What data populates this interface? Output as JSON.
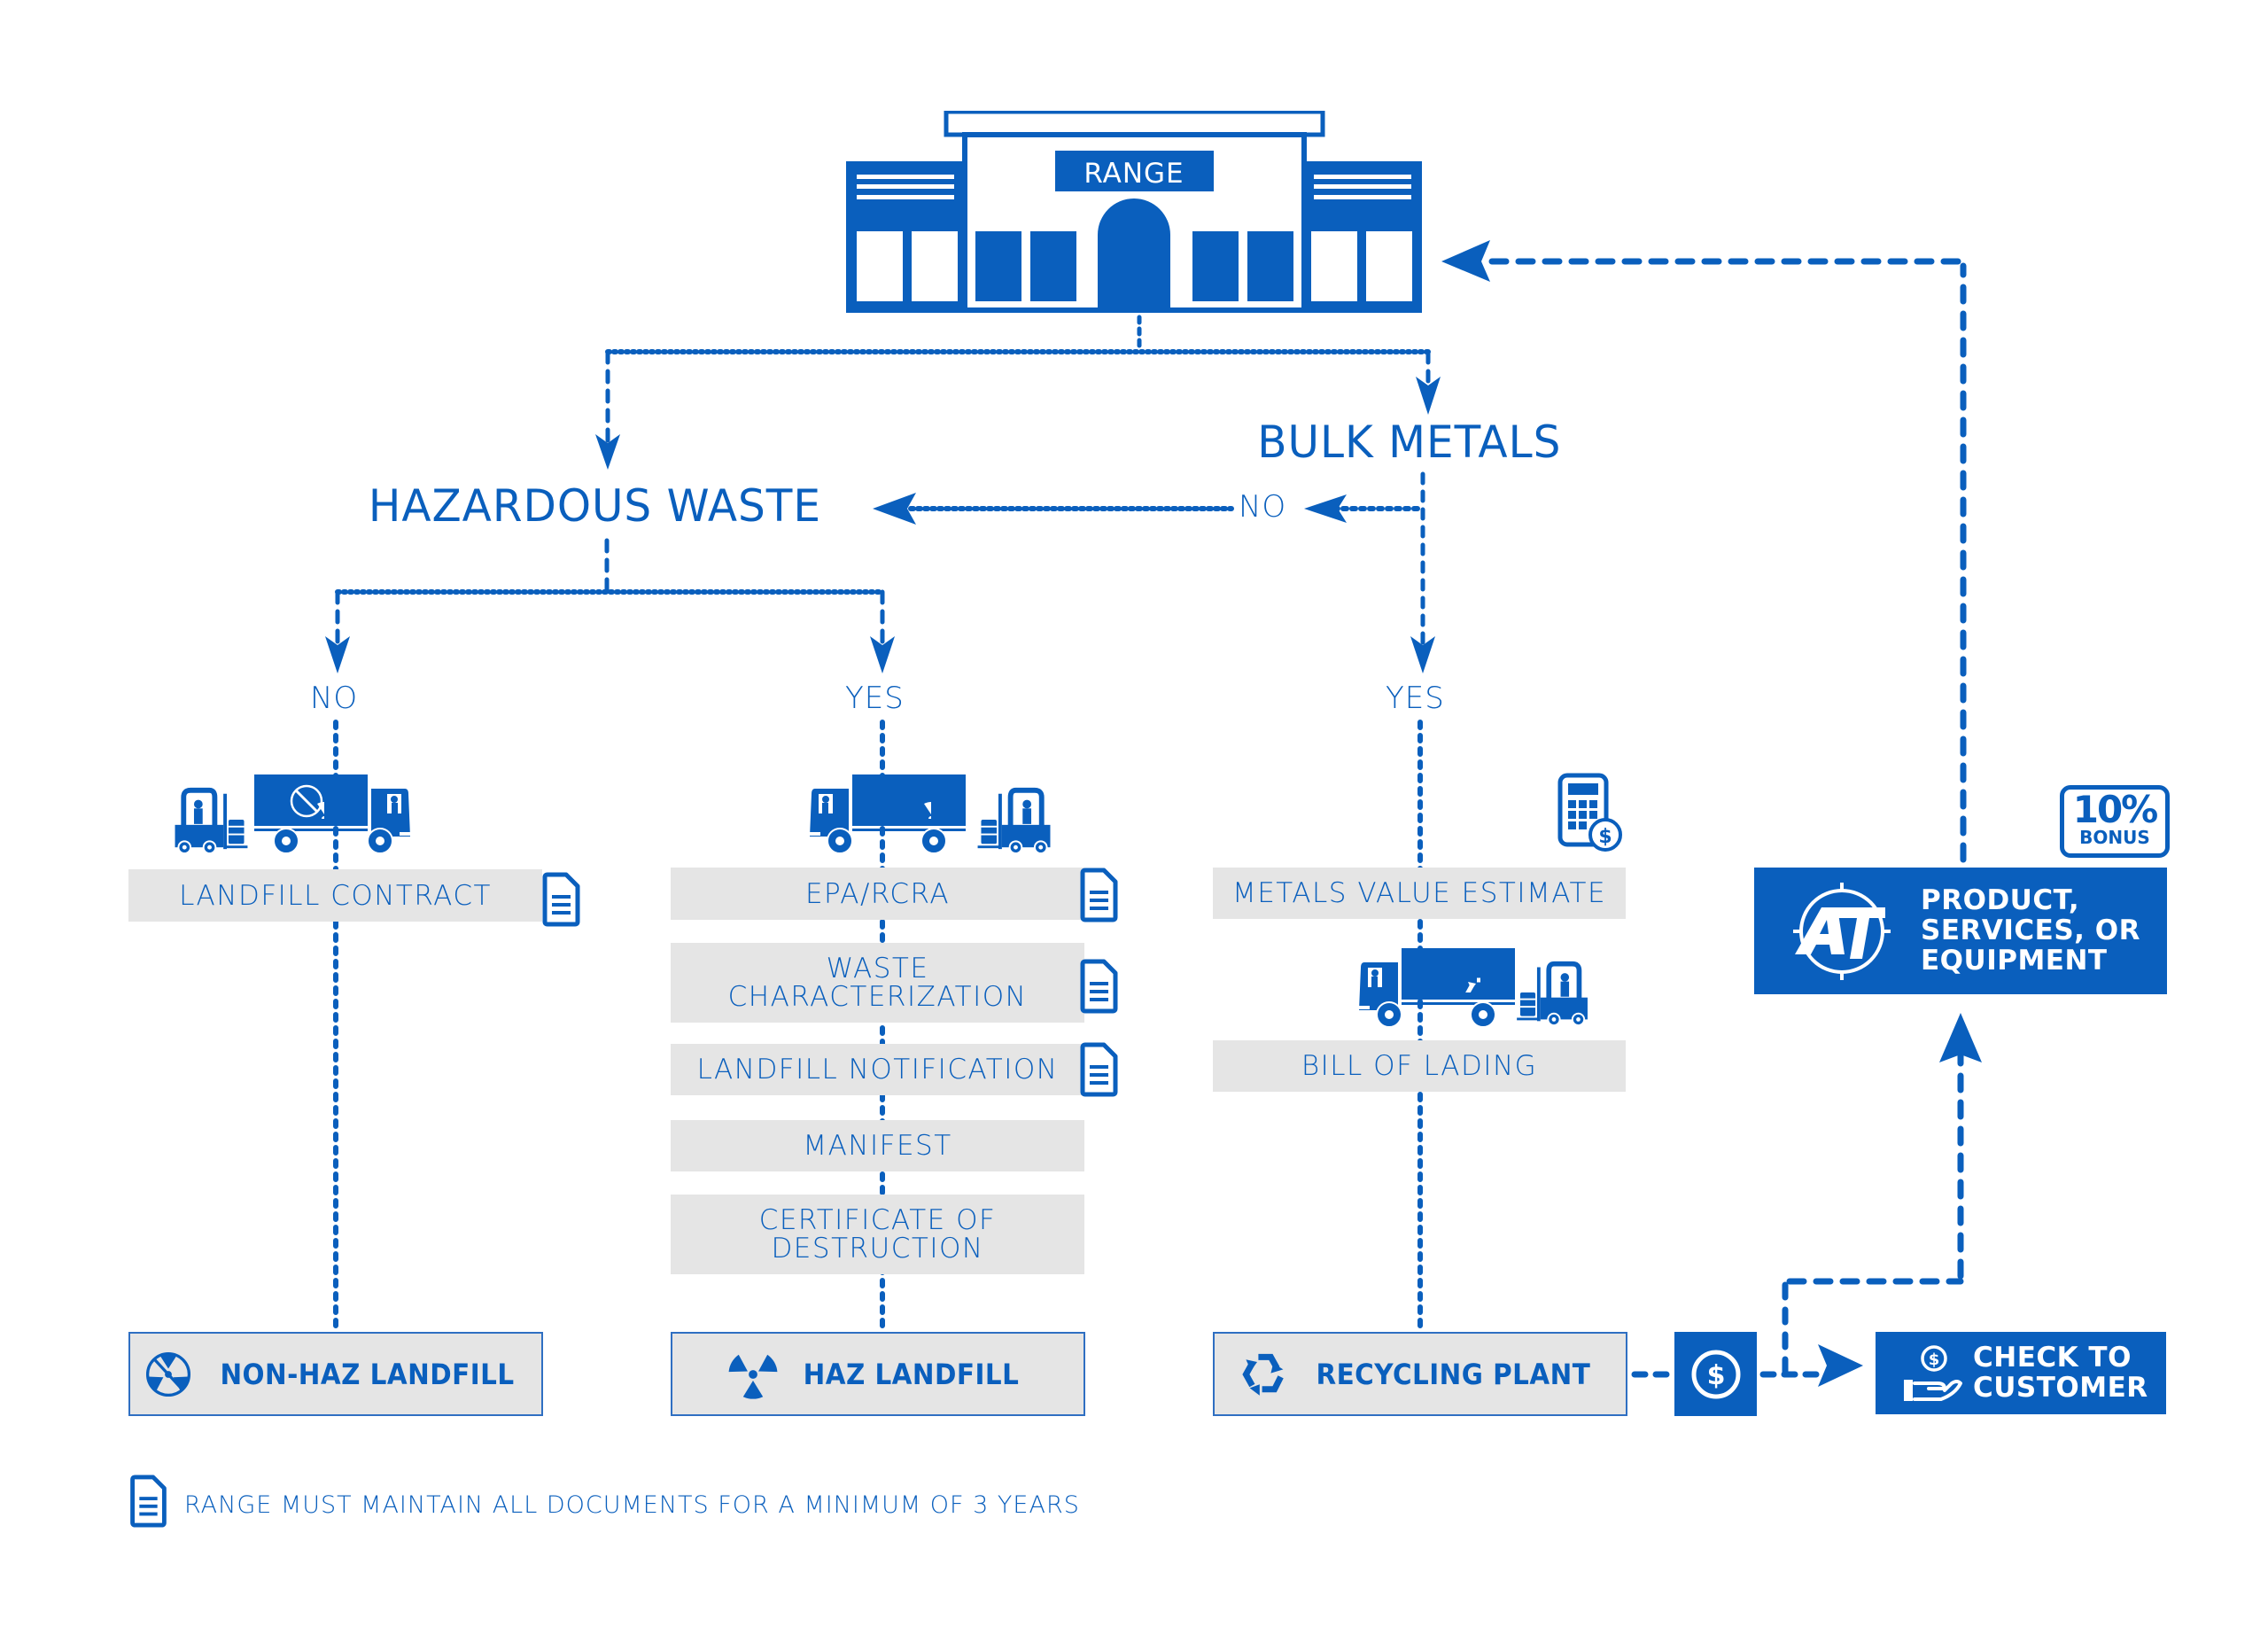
{
  "building": {
    "sign": "RANGE"
  },
  "decisions": {
    "hazardous_waste": "HAZARDOUS WASTE",
    "bulk_metals": "BULK METALS"
  },
  "branch_labels": {
    "bulk_no": "NO",
    "bulk_yes": "YES",
    "haz_no": "NO",
    "haz_yes": "YES"
  },
  "columns": {
    "non_haz": {
      "documents": [
        {
          "label": "LANDFILL CONTRACT",
          "has_doc_icon": true
        }
      ],
      "destination": "NON-HAZ LANDFILL",
      "truck_cargo_icon": "no-radiation-icon"
    },
    "haz": {
      "documents": [
        {
          "label": "EPA/RCRA",
          "has_doc_icon": true
        },
        {
          "line1": "WASTE",
          "line2": "CHARACTERIZATION",
          "has_doc_icon": true
        },
        {
          "label": "LANDFILL NOTIFICATION",
          "has_doc_icon": true
        },
        {
          "label": "MANIFEST",
          "has_doc_icon": false
        },
        {
          "line1": "CERTIFICATE OF",
          "line2": "DESTRUCTION",
          "has_doc_icon": false
        }
      ],
      "destination": "HAZ LANDFILL",
      "truck_cargo_icon": "radiation-icon"
    },
    "metals": {
      "documents": [
        {
          "label": "METALS VALUE ESTIMATE",
          "icon": "calculator-dollar-icon"
        },
        {
          "label": "BILL OF LADING"
        }
      ],
      "destination": "RECYCLING PLANT",
      "truck_cargo_icon": "recycle-icon"
    }
  },
  "payout": {
    "product": {
      "line1": "PRODUCT,",
      "line2": "SERVICES, OR",
      "line3": "EQUIPMENT",
      "logo": "AT"
    },
    "bonus": {
      "value": "10%",
      "label": "BONUS"
    },
    "check": {
      "line1": "CHECK TO",
      "line2": "CUSTOMER"
    }
  },
  "footnote": "RANGE MUST MAINTAIN ALL DOCUMENTS FOR A MINIMUM OF 3 YEARS",
  "colors": {
    "brand_blue": "#0a5fbd",
    "box_gray": "#e5e5e5"
  }
}
